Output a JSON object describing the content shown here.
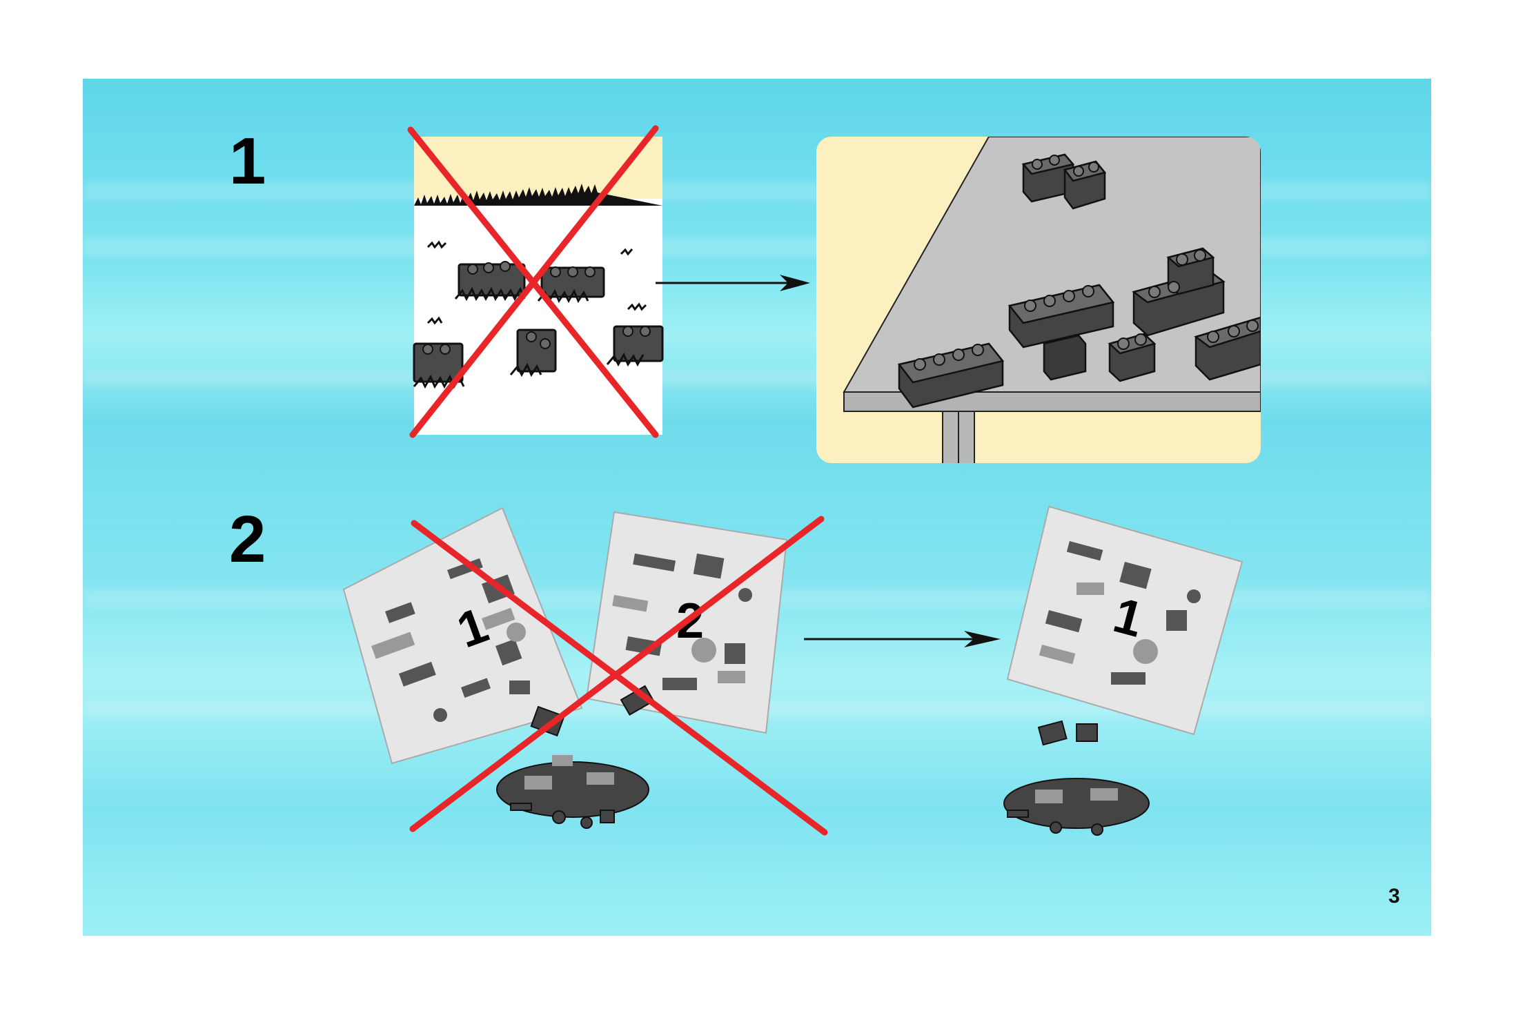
{
  "steps": [
    {
      "number": "1"
    },
    {
      "number": "2"
    }
  ],
  "bags": {
    "left_bag_label": "1",
    "middle_bag_label": "2",
    "right_bag_label": "1"
  },
  "page_number": "3",
  "colors": {
    "background": "#7fe3f0",
    "cross": "#e8262a",
    "panel_cream": "#fdf0c0",
    "table_gray": "#c4c4c4",
    "brick_dark": "#4a4a4a"
  }
}
